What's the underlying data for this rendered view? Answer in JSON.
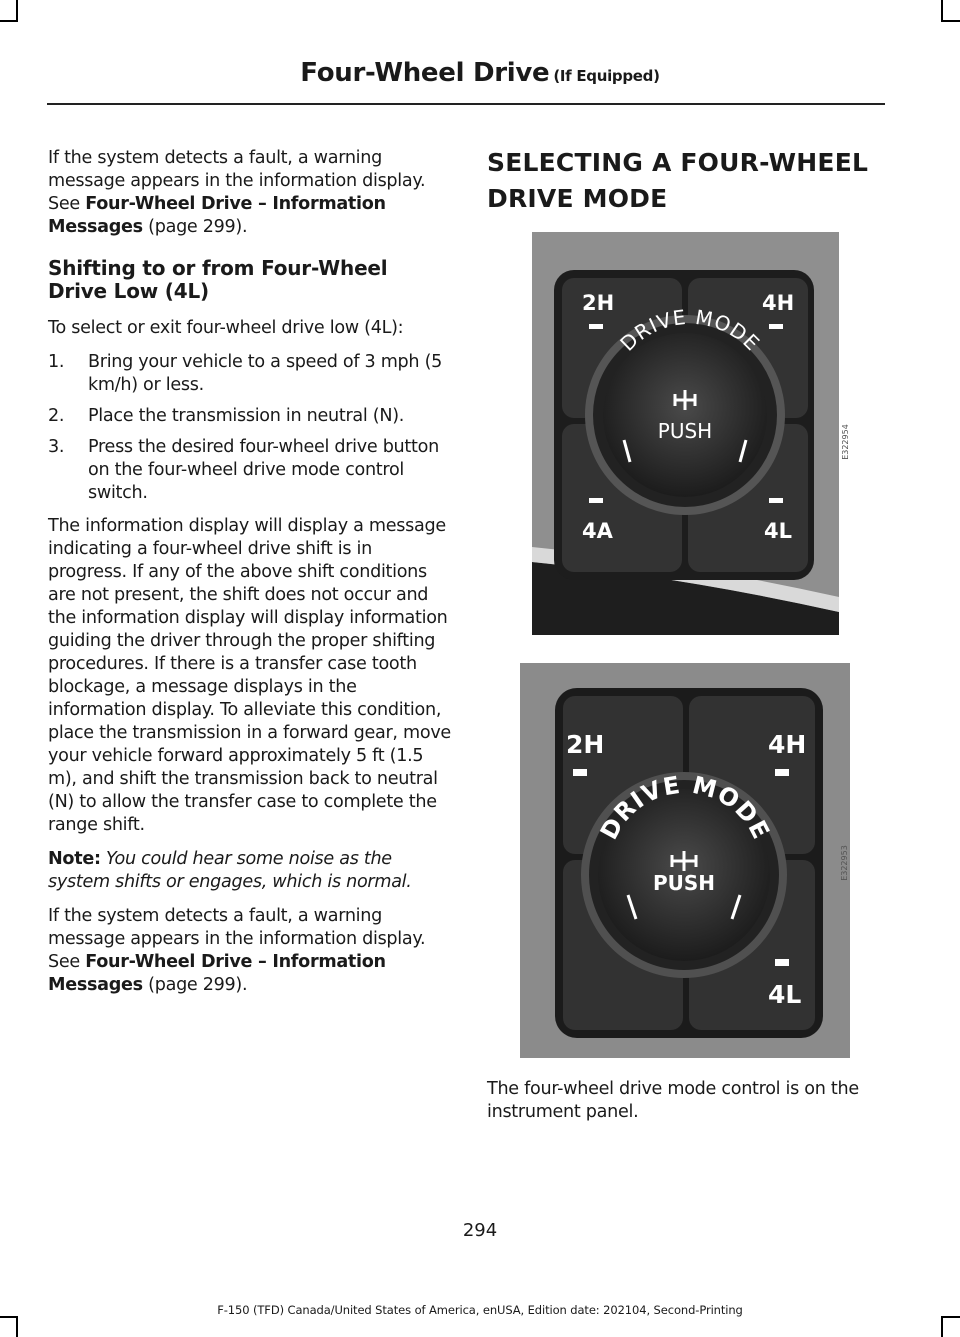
{
  "header": {
    "title": "Four-Wheel Drive",
    "title_suffix": "(If Equipped)"
  },
  "left_column": {
    "para1": {
      "pre": "If the system detects a fault, a warning message appears in the information display.  See ",
      "link": "Four-Wheel Drive – Information Messages",
      "post": " (page 299)."
    },
    "subheading": "Shifting to or from Four-Wheel Drive Low (4L)",
    "intro": "To select or exit four-wheel drive low (4L):",
    "steps": [
      {
        "num": "1.",
        "text": "Bring your vehicle to a speed of 3 mph (5 km/h) or less."
      },
      {
        "num": "2.",
        "text": "Place the transmission in neutral (N)."
      },
      {
        "num": "3.",
        "text": "Press the desired four-wheel drive button on the four-wheel drive mode control switch."
      }
    ],
    "para2": "The information display will display a message indicating a four-wheel drive shift is in progress. If any of the above shift conditions are not present, the shift does not occur and the information display will display information guiding the driver through the proper shifting procedures. If there is a transfer case tooth blockage, a message displays in the information display. To alleviate this condition, place the transmission in a forward gear, move your vehicle forward approximately 5 ft (1.5 m), and shift the transmission back to neutral (N) to allow the transfer case to complete the range shift.",
    "note": {
      "label": "Note:",
      "text": "You could hear some noise as the system shifts or engages, which is normal."
    },
    "para3": {
      "pre": "If the system detects a fault, a warning message appears in the information display. See ",
      "link": "Four-Wheel Drive – Information Messages",
      "post": " (page 299)."
    }
  },
  "right_column": {
    "heading_line1": "SELECTING A FOUR-WHEEL",
    "heading_line2": "DRIVE MODE",
    "figure1": {
      "labels": [
        "2H",
        "4H",
        "4A",
        "4L"
      ],
      "knob_arc_text": "DRIVE MODE",
      "knob_button_text": "PUSH",
      "side_code": "E322954"
    },
    "figure2": {
      "labels": [
        "2H",
        "4H",
        "4L"
      ],
      "knob_arc_text": "DRIVE MODE",
      "knob_button_text": "PUSH",
      "side_code": "E322953"
    },
    "caption": "The four-wheel drive mode control is on the instrument panel."
  },
  "page_number": "294",
  "footer": "F-150 (TFD) Canada/United States of America, enUSA, Edition date: 202104, Second-Printing",
  "colors": {
    "panel_dark": "#2d2d2d",
    "panel_gray": "#8d8d8d",
    "label_white": "#ffffff"
  }
}
